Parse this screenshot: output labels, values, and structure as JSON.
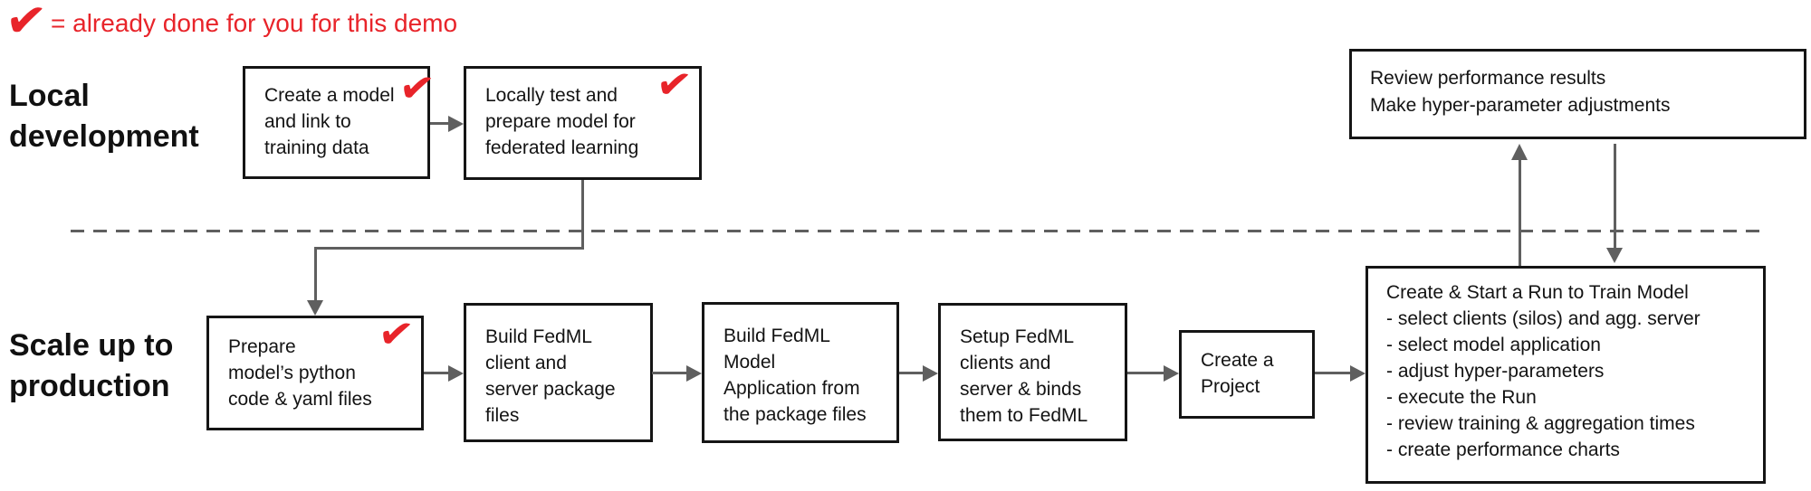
{
  "glyphs": {
    "check": "✔"
  },
  "colors": {
    "accent_red": "#e8242a",
    "line_gray": "#5f5f5f",
    "box_border": "#151515",
    "background": "#ffffff"
  },
  "legend": {
    "icon": "check-icon",
    "text": "= already done for you for this demo"
  },
  "sections": {
    "local": "Local\ndevelopment",
    "production": "Scale up to\nproduction"
  },
  "flow": {
    "create_model": {
      "text": "Create a model\nand link to\ntraining data",
      "checked": true
    },
    "local_test": {
      "text": "Locally test and\nprepare model for\nfederated learning",
      "checked": true
    },
    "prepare_code": {
      "text": "Prepare\nmodel’s python\ncode & yaml files",
      "checked": true
    },
    "build_packages": {
      "text": "Build FedML\nclient and\nserver package\nfiles",
      "checked": false
    },
    "build_application": {
      "text": "Build FedML\nModel\nApplication from\nthe package files",
      "checked": false
    },
    "setup_clients": {
      "text": "Setup FedML\nclients and\nserver & binds\nthem to FedML",
      "checked": false
    },
    "create_project": {
      "text": "Create a\nProject",
      "checked": false
    },
    "create_run": {
      "text": "Create & Start a Run to Train Model\n- select clients (silos) and agg. server\n- select model application\n- adjust hyper-parameters\n- execute the Run\n- review training & aggregation times\n- create performance charts",
      "checked": false
    },
    "review_results": {
      "text": "Review performance results\nMake hyper-parameter adjustments",
      "checked": false
    }
  }
}
